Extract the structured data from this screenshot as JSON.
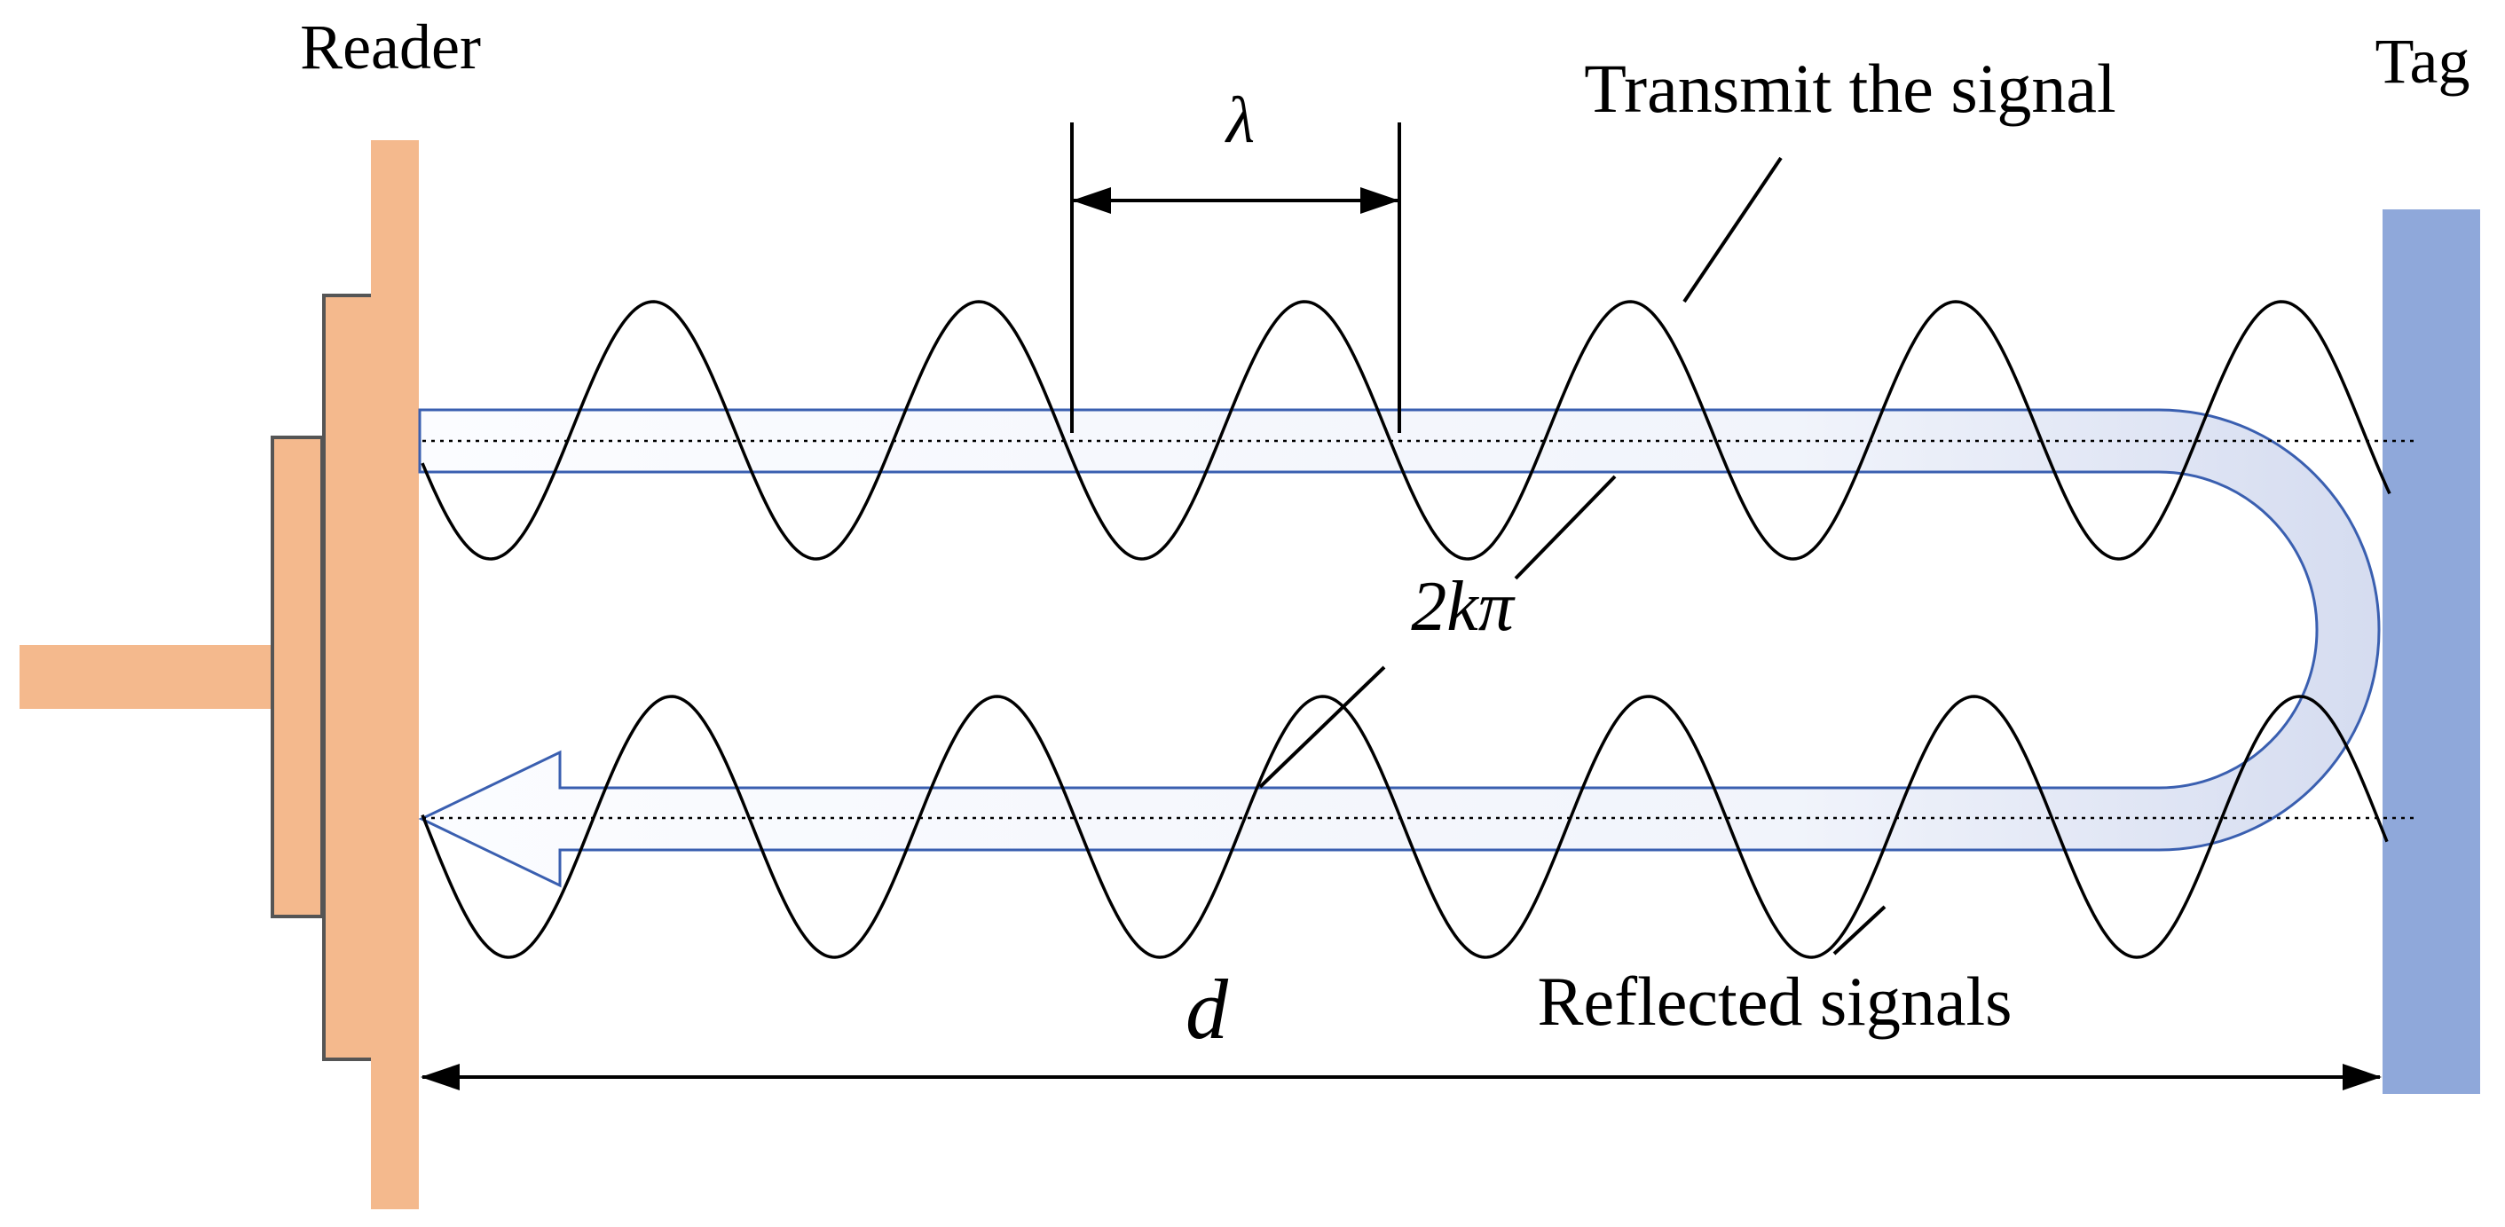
{
  "labels": {
    "reader": "Reader",
    "tag": "Tag",
    "wavelength": "λ",
    "phase": "2kπ",
    "transmit": "Transmit the signal",
    "reflected": "Reflected signals",
    "distance": "d"
  },
  "colors": {
    "reader_fill": "#F4B98D",
    "reader_edge": "#555555",
    "tag_fill": "#8FA8DA",
    "arrow_outline": "#3A5FB0",
    "arrow_fill_light": "#FBFCFF",
    "arrow_fill_dark": "#D5DCF0",
    "wave": "#000000"
  }
}
